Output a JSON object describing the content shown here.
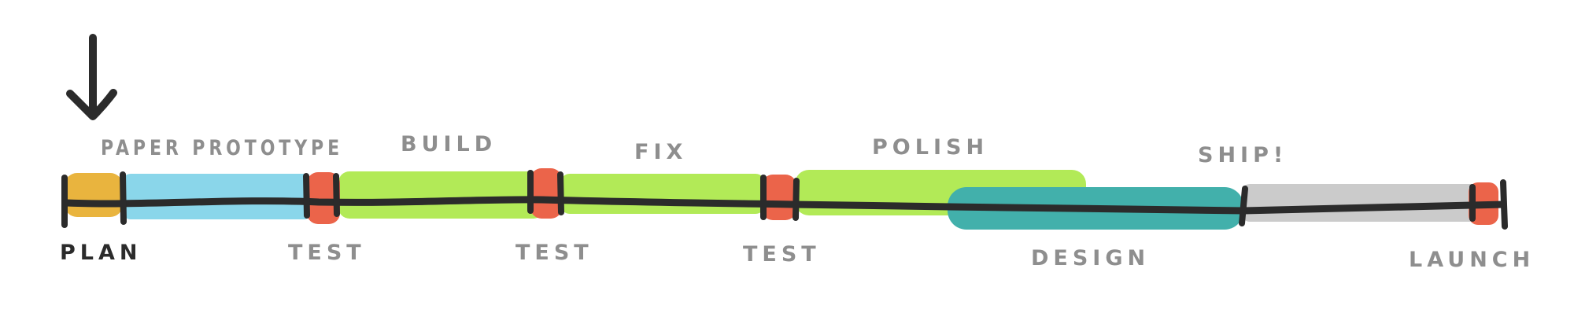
{
  "diagram": {
    "phases": [
      {
        "key": "plan",
        "label": "PLAN",
        "color": "#e9b43e"
      },
      {
        "key": "paper-prototype",
        "label": "PAPER PROTOTYPE",
        "color": "#8ad6ea"
      },
      {
        "key": "build",
        "label": "BUILD",
        "color": "#b2ea57"
      },
      {
        "key": "fix",
        "label": "FIX",
        "color": "#b2ea57"
      },
      {
        "key": "polish",
        "label": "POLISH",
        "color": "#b2ea57"
      },
      {
        "key": "design",
        "label": "DESIGN",
        "color": "#42b0ab"
      },
      {
        "key": "ship",
        "label": "SHIP!",
        "color": "#cbcbcb"
      },
      {
        "key": "launch",
        "label": "LAUNCH",
        "color": "#eb644a"
      }
    ],
    "test_label": "TEST",
    "test_color": "#eb644a",
    "timeline_color": "#2b2b2b",
    "label_color": "#8e8e8e",
    "plan_label_color": "#2b2b2b",
    "pointer": "down-arrow-icon"
  }
}
